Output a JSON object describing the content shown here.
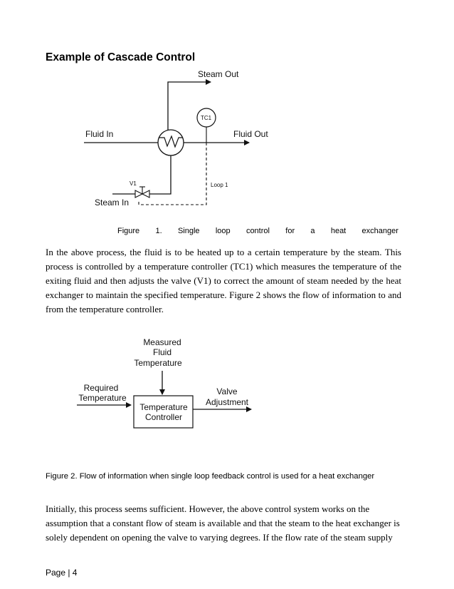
{
  "heading": "Example of Cascade Control",
  "figure1": {
    "labels": {
      "steam_out": "Steam Out",
      "fluid_in": "Fluid In",
      "fluid_out": "Fluid Out",
      "tc1": "TC1",
      "v1": "V1",
      "steam_in": "Steam In",
      "loop1": "Loop 1"
    },
    "caption_words": [
      "Figure",
      "1.",
      "Single",
      "loop",
      "control",
      "for",
      "a",
      "heat",
      "exchanger"
    ]
  },
  "paragraph1": "In the above process, the fluid is to be heated up to a certain temperature by the steam. This process is controlled by a temperature controller (TC1) which measures the temperature of the exiting fluid and then adjusts the valve (V1) to correct the amount of steam needed by the heat exchanger to maintain the specified temperature. Figure 2 shows the flow of information to and from the temperature controller.",
  "figure2": {
    "measured": [
      "Measured",
      "Fluid",
      "Temperature"
    ],
    "required": [
      "Required",
      "Temperature"
    ],
    "controller": [
      "Temperature",
      "Controller"
    ],
    "valve": [
      "Valve",
      "Adjustment"
    ],
    "caption": "Figure 2. Flow of information when single loop feedback control is used for a heat exchanger"
  },
  "paragraph2": [
    "Initially, this process seems sufficient. However, the above control system works on the",
    "assumption that a constant flow of steam is available and that the steam to the heat exchanger is",
    "solely dependent on opening the valve to varying degrees. If the flow rate of the steam supply"
  ],
  "footer": "Page | 4"
}
